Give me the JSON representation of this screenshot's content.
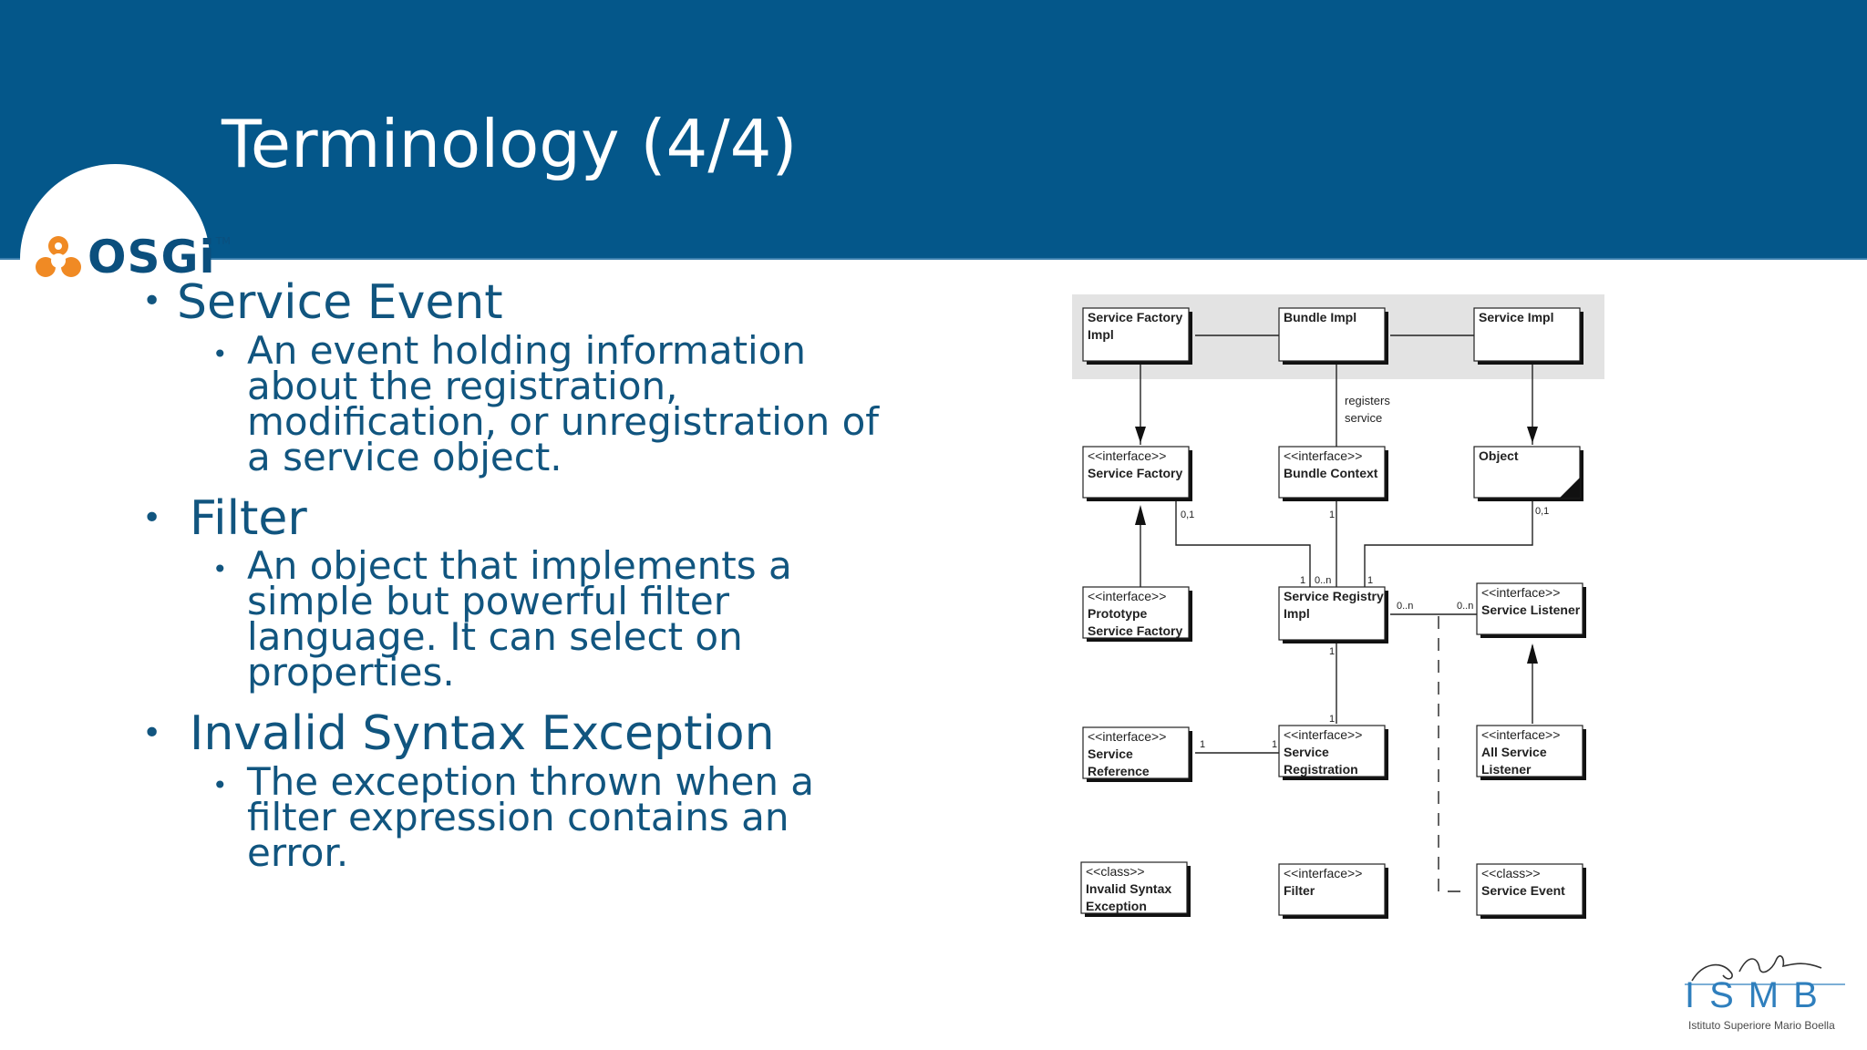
{
  "slide": {
    "title": "Terminology (4/4)",
    "header_color": "#04578a",
    "text_color": "#11557f",
    "logo_text": "OSGi",
    "logo_tm": "TM"
  },
  "bullets": [
    {
      "heading": "Service Event",
      "lines": [
        "An event holding information",
        "about the registration,",
        "modification, or unregistration of",
        "a service object."
      ]
    },
    {
      "heading": "Filter",
      "lines": [
        "An object that implements a",
        "simple but powerful filter",
        "language. It can select on",
        "properties."
      ]
    },
    {
      "heading": "Invalid Syntax Exception",
      "lines": [
        "The exception thrown when a",
        "filter expression contains an",
        "error."
      ]
    }
  ],
  "diagram": {
    "boxes": {
      "service_factory_impl": [
        "Service Factory",
        "Impl"
      ],
      "bundle_impl": [
        "Bundle Impl"
      ],
      "service_impl": [
        "Service Impl"
      ],
      "service_factory": [
        "<<interface>>",
        "Service Factory"
      ],
      "bundle_context": [
        "<<interface>>",
        "Bundle Context"
      ],
      "object": [
        "Object"
      ],
      "prototype_service_factory": [
        "<<interface>>",
        "Prototype",
        "Service Factory"
      ],
      "service_registry_impl": [
        "Service Registry",
        "Impl"
      ],
      "service_listener": [
        "<<interface>>",
        "Service Listener"
      ],
      "service_reference": [
        "<<interface>>",
        "Service",
        "Reference"
      ],
      "service_registration": [
        "<<interface>>",
        "Service",
        "Registration"
      ],
      "all_service_listener": [
        "<<interface>>",
        "All Service",
        "Listener"
      ],
      "invalid_syntax_exception": [
        "<<class>>",
        "Invalid Syntax",
        "Exception"
      ],
      "filter": [
        "<<interface>>",
        "Filter"
      ],
      "service_event": [
        "<<class>>",
        "Service Event"
      ]
    },
    "labels": {
      "registers": "registers",
      "service": "service",
      "m01a": "0,1",
      "m1a": "1",
      "m01b": "0,1",
      "m1b": "1",
      "m0na": "0..n",
      "m1c": "1",
      "m0nb": "0..n",
      "m0nc": "0..n",
      "m1d": "1",
      "m1e": "1",
      "m1f": "1",
      "m1g": "1"
    }
  },
  "ismb": {
    "letters": "ISMB",
    "subtitle": "Istituto Superiore Mario Boella"
  }
}
